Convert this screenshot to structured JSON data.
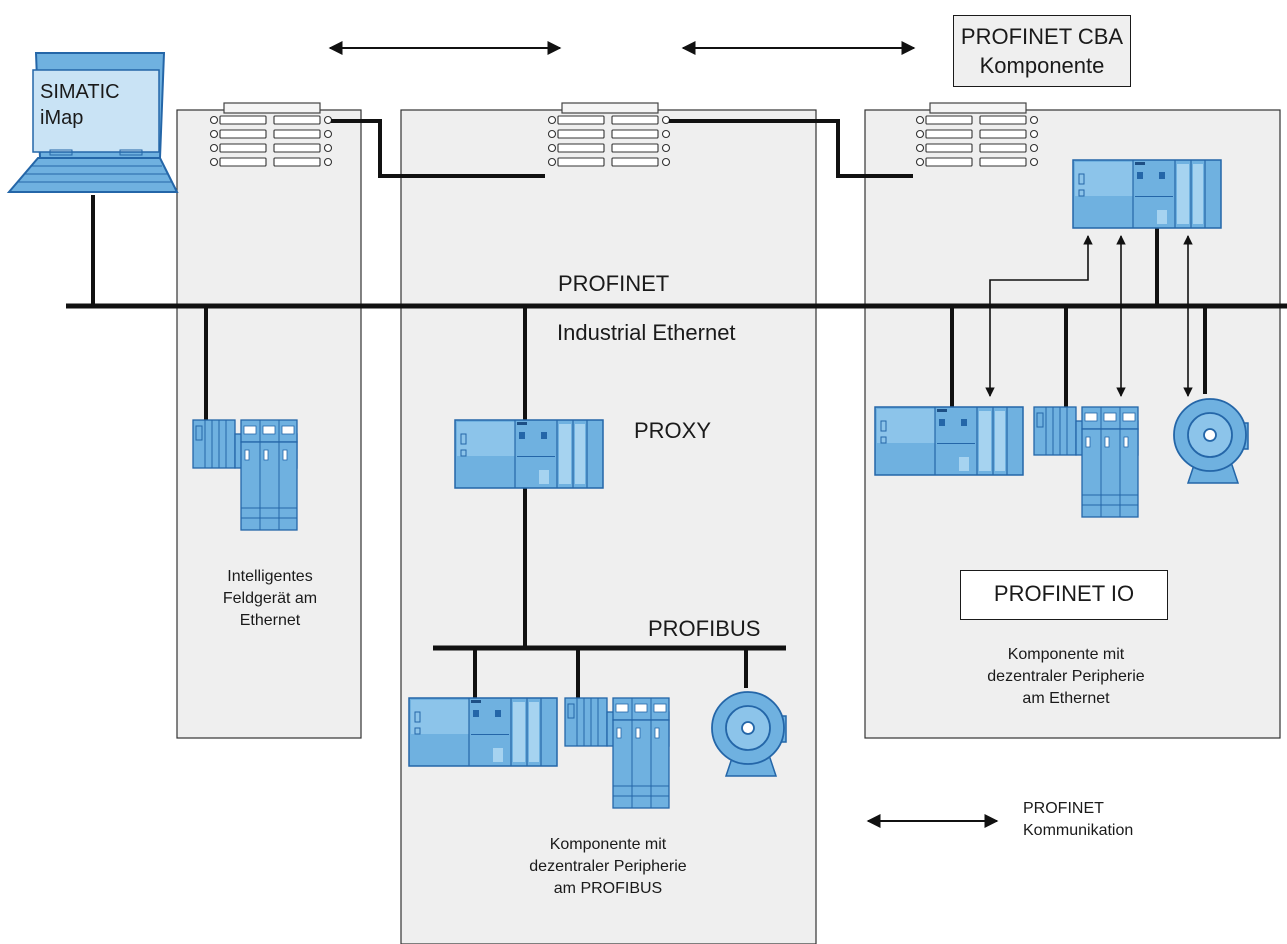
{
  "diagram": {
    "colors": {
      "panel_fill": "#efefef",
      "line": "#111111",
      "device_blue": "#6fb1e0",
      "device_stroke": "#2466a8"
    },
    "labels": {
      "simatic_imap": [
        "SIMATIC",
        "iMap"
      ],
      "profinet_cba": [
        "PROFINET CBA",
        "Komponente"
      ],
      "profinet": "PROFINET",
      "industrial_ethernet": "Industrial Ethernet",
      "proxy": "PROXY",
      "profibus": "PROFIBUS",
      "intelligent_device": [
        "Intelligentes",
        "Feldgerät am",
        "Ethernet"
      ],
      "profinet_io": "PROFINET IO",
      "component_ethernet": [
        "Komponente mit",
        "dezentraler Peripherie",
        "am Ethernet"
      ],
      "component_profibus": [
        "Komponente mit",
        "dezentraler Peripherie",
        "am PROFIBUS"
      ],
      "legend": [
        "PROFINET",
        "Kommunikation"
      ]
    },
    "icons": [
      "laptop-icon",
      "switch-icon",
      "plc-icon",
      "io-module-icon",
      "motor-icon",
      "double-arrow-icon"
    ]
  }
}
